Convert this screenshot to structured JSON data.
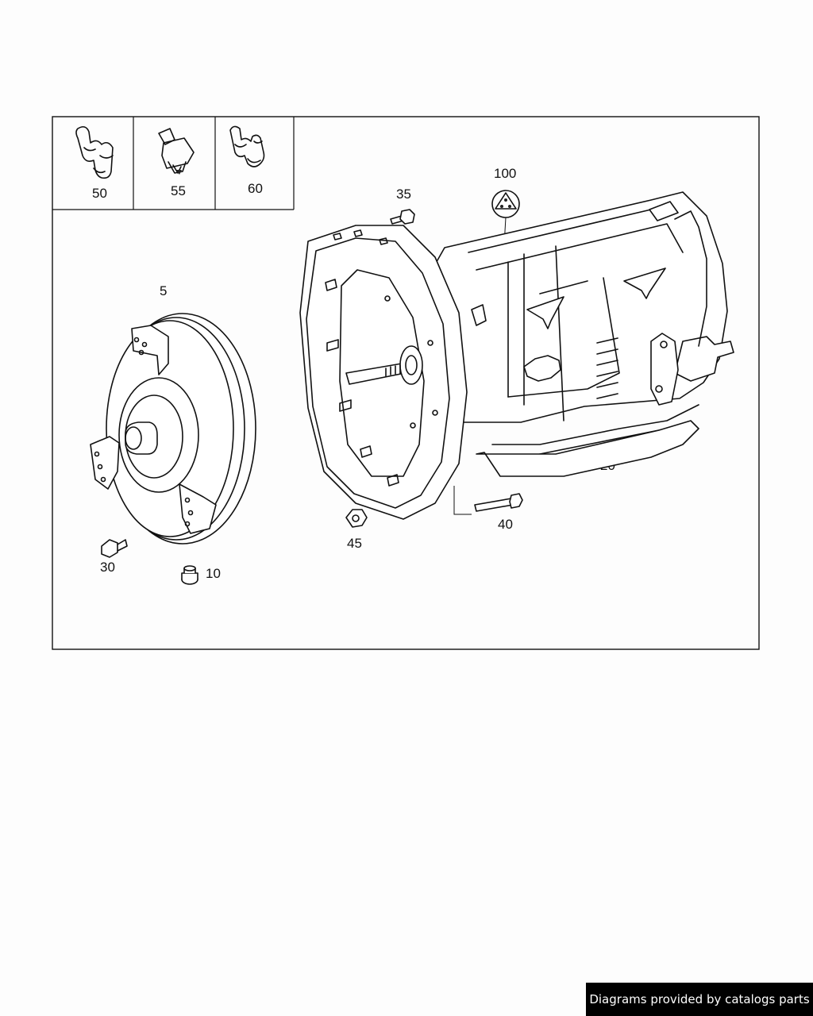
{
  "callouts": {
    "c5": "5",
    "c10": "10",
    "c20": "20",
    "c30": "30",
    "c35": "35",
    "c40": "40",
    "c45": "45",
    "c50": "50",
    "c55": "55",
    "c60": "60",
    "c100": "100"
  },
  "footer": {
    "credit": "Diagrams provided by catalogs parts"
  }
}
